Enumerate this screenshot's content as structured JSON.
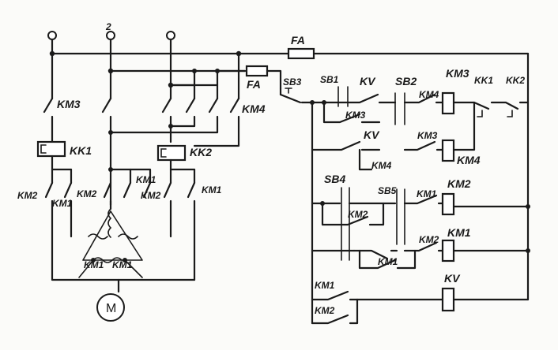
{
  "labels": {
    "l2": "2",
    "fa_top": "FA",
    "fa_mid": "FA",
    "km3_main": "KM3",
    "km4_main": "KM4",
    "kk1": "KK1",
    "kk2": "KK2",
    "km2_a": "KM2",
    "km1_a": "KM1",
    "km2_b": "KM2",
    "km1_b": "KM1",
    "km2_c": "KM2",
    "km1_c": "KM1",
    "km1_d": "KM1",
    "km1_e": "KM1",
    "motor": "M",
    "sb3": "SB3",
    "sb1": "SB1",
    "kv_1": "KV",
    "sb2": "SB2",
    "km4_1": "KM4",
    "km3_coil": "KM3",
    "kk1_c": "KK1",
    "kk2_c": "KK2",
    "km3_2": "KM3",
    "kv_2": "KV",
    "km3_3": "KM3",
    "km4_2": "KM4",
    "km4_coil": "KM4",
    "sb4": "SB4",
    "sb5": "SB5",
    "km1_4": "KM1",
    "km2_coil": "KM2",
    "km2_4": "KM2",
    "km2_5": "KM2",
    "km1_coil": "KM1",
    "km1_5": "KM1",
    "kv_coil": "KV",
    "km1_6": "KM1",
    "km2_6": "KM2"
  }
}
